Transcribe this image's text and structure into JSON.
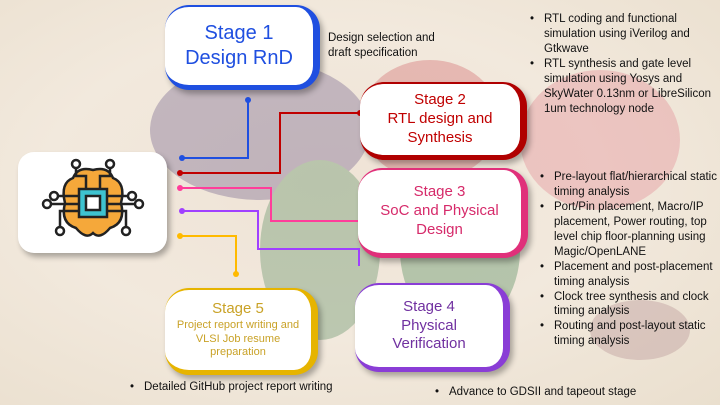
{
  "stages": [
    {
      "title": "Stage 1",
      "subtitle": "Design RnD",
      "color": "#1f4fe0"
    },
    {
      "title": "Stage 2",
      "subtitle": "RTL design and Synthesis",
      "color": "#c00000"
    },
    {
      "title": "Stage 3",
      "subtitle": "SoC and Physical Design",
      "color": "#e0307a"
    },
    {
      "title": "Stage 4",
      "subtitle": "Physical Verification",
      "color": "#8a3dd6"
    },
    {
      "title": "Stage 5",
      "subtitle": "Project report writing and VLSI Job resume preparation",
      "color": "#e6b400"
    }
  ],
  "stage1_note": "Design selection and draft specification",
  "stage2_bullets": [
    "RTL coding and functional simulation using iVerilog and Gtkwave",
    "RTL synthesis and gate level simulation using Yosys and SkyWater 0.13nm or LibreSilicon 1um technology node"
  ],
  "stage3_bullets": [
    "Pre-layout flat/hierarchical static timing analysis",
    "Port/Pin placement, Macro/IP placement, Power routing, top level chip floor-planning using Magic/OpenLANE",
    "Placement and post-placement timing analysis",
    "Clock tree synthesis and clock timing analysis",
    "Routing and post-layout static timing analysis"
  ],
  "stage4_bullet": "Advance to GDSII and tapeout stage",
  "stage5_bullet": "Detailed GitHub project report writing",
  "icon": "brain-chip-icon"
}
